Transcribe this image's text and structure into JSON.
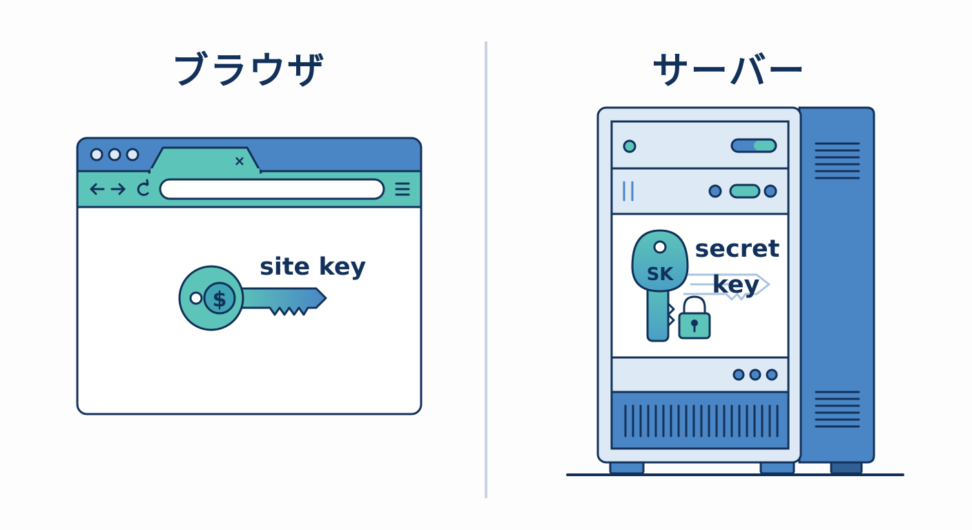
{
  "browser": {
    "heading": "ブラウザ",
    "tab_close": "×",
    "key_symbol": "$",
    "key_label": "site key"
  },
  "server": {
    "heading": "サーバー",
    "key_badge": "SK",
    "key_label_line1": "secret",
    "key_label_line2": "key"
  },
  "colors": {
    "navy": "#12315a",
    "blue": "#4a86c5",
    "teal": "#5cc4b8",
    "light_blue": "#dde9f5",
    "divider": "#c9d4e2"
  }
}
